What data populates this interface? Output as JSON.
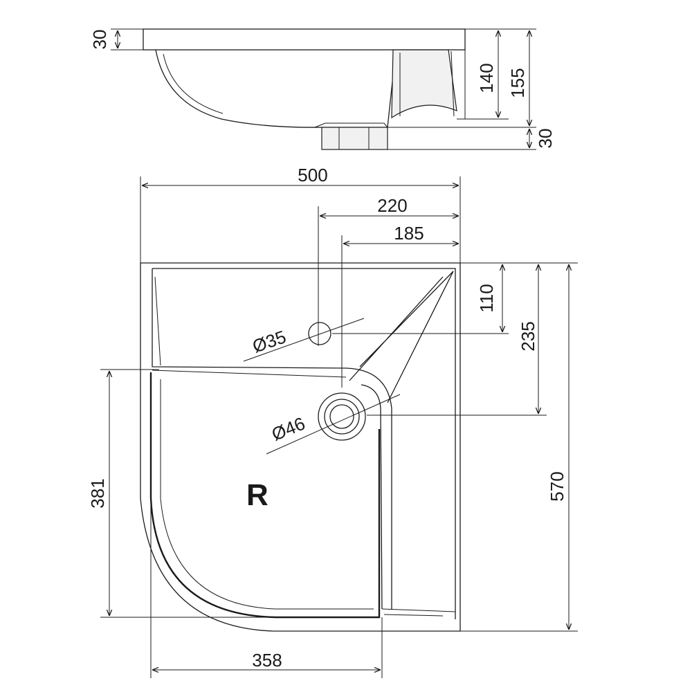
{
  "dimensions": {
    "side_top_thickness": "30",
    "side_height_140": "140",
    "side_height_155": "155",
    "side_drain_30": "30",
    "width_500": "500",
    "tap_offset_220": "220",
    "drain_offset_185": "185",
    "depth_110": "110",
    "depth_235": "235",
    "depth_570": "570",
    "height_381": "381",
    "width_358": "358",
    "tap_hole": "Ø35",
    "drain_hole": "Ø46"
  },
  "side_mark": "R"
}
